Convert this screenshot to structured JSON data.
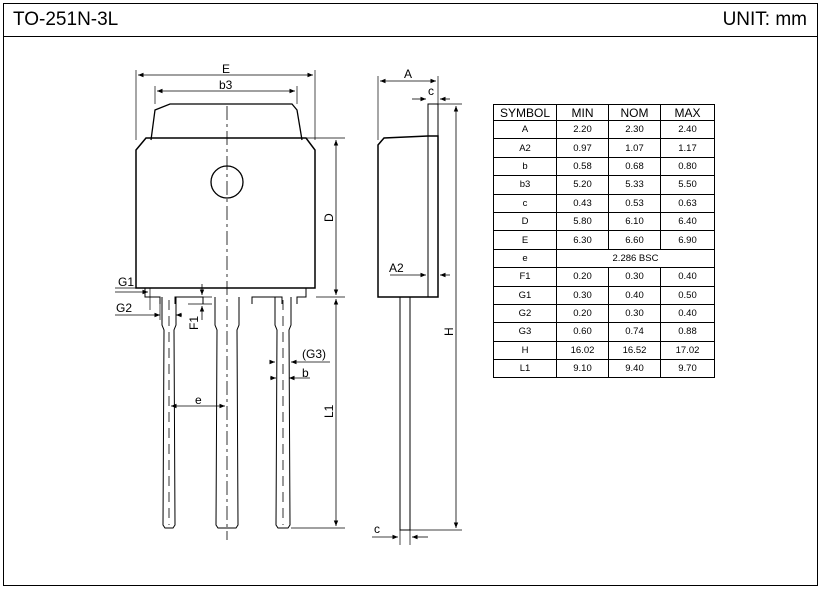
{
  "header": {
    "package": "TO-251N-3L",
    "unit": "UNIT: mm"
  },
  "drawing_labels": {
    "E": "E",
    "b3": "b3",
    "D": "D",
    "G1": "G1",
    "G2": "G2",
    "F1": "F1",
    "G3": "(G3)",
    "b": "b",
    "e": "e",
    "L1": "L1",
    "A": "A",
    "c_top": "c",
    "A2": "A2",
    "H": "H",
    "c_bottom": "c"
  },
  "table": {
    "headers": [
      "SYMBOL",
      "MIN",
      "NOM",
      "MAX"
    ],
    "rows": [
      [
        "A",
        "2.20",
        "2.30",
        "2.40"
      ],
      [
        "A2",
        "0.97",
        "1.07",
        "1.17"
      ],
      [
        "b",
        "0.58",
        "0.68",
        "0.80"
      ],
      [
        "b3",
        "5.20",
        "5.33",
        "5.50"
      ],
      [
        "c",
        "0.43",
        "0.53",
        "0.63"
      ],
      [
        "D",
        "5.80",
        "6.10",
        "6.40"
      ],
      [
        "E",
        "6.30",
        "6.60",
        "6.90"
      ],
      [
        "e",
        "2.286 BSC"
      ],
      [
        "F1",
        "0.20",
        "0.30",
        "0.40"
      ],
      [
        "G1",
        "0.30",
        "0.40",
        "0.50"
      ],
      [
        "G2",
        "0.20",
        "0.30",
        "0.40"
      ],
      [
        "G3",
        "0.60",
        "0.74",
        "0.88"
      ],
      [
        "H",
        "16.02",
        "16.52",
        "17.02"
      ],
      [
        "L1",
        "9.10",
        "9.40",
        "9.70"
      ]
    ]
  }
}
